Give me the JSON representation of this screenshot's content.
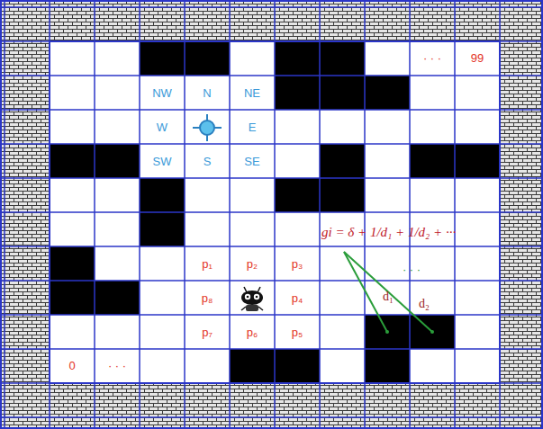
{
  "diagram": {
    "labels": [
      "· · ·",
      "99",
      "NW",
      "N",
      "NE",
      "W",
      "E",
      "SW",
      "S",
      "SE",
      "gi = δ + 1/d₁ + 1/d₂ + ···",
      "p₁",
      "p₂",
      "p₃",
      "· · ·",
      "p₈",
      "p₄",
      "d₁",
      "d₂",
      "p₇",
      "p₆",
      "p₅",
      "0",
      "· · ·"
    ]
  }
}
